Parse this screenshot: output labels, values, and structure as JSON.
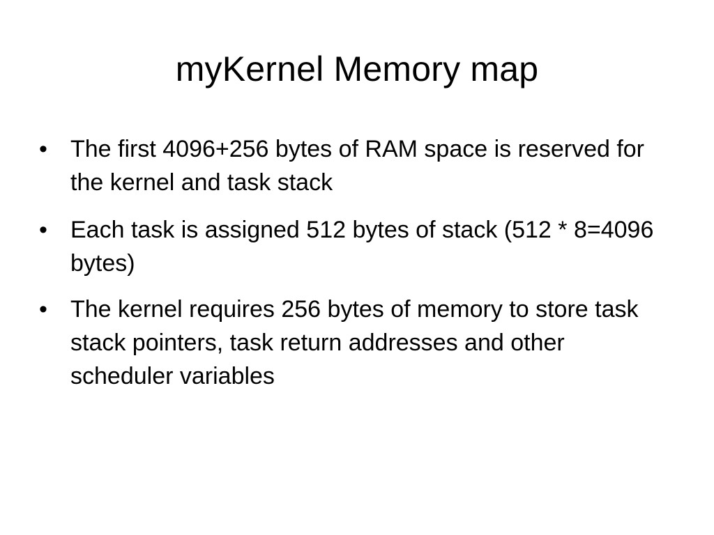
{
  "slide": {
    "title": "myKernel Memory map",
    "bullet_marker": "•",
    "bullets": [
      {
        "text": "The first 4096+256 bytes of RAM space is reserved for the kernel and task stack"
      },
      {
        "text": "Each task is assigned 512 bytes of stack (512 * 8=4096 bytes)"
      },
      {
        "text": "The kernel requires 256 bytes of memory to store task stack pointers, task return addresses and other scheduler variables"
      }
    ]
  }
}
